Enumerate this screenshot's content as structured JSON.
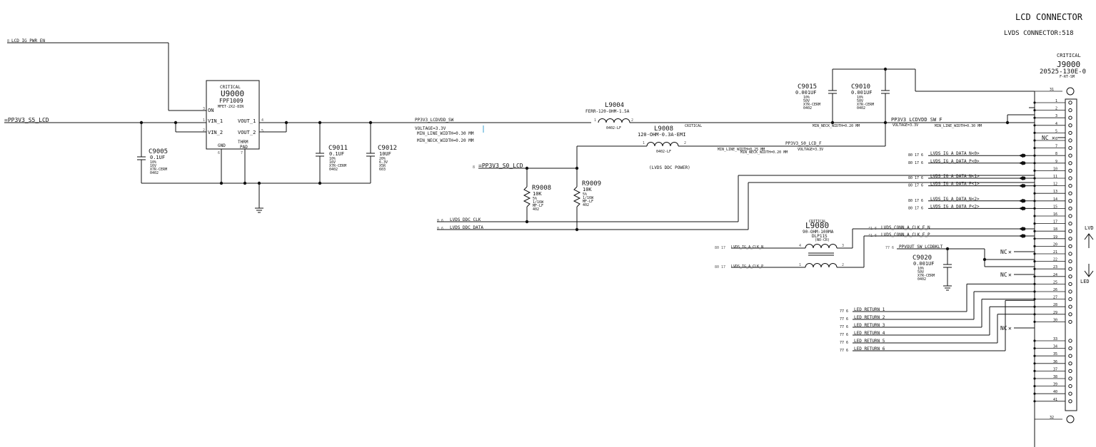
{
  "header": {
    "title": "LCD CONNECTOR",
    "subtitle": "LVDS CONNECTOR:518"
  },
  "nets": {
    "lcd_ig_pwr_en": "LCD_IG_PWR_EN",
    "pp3v3_s5_lcd": "=PP3V3_S5_LCD",
    "pp3v3_lcdvdd_sw": "PP3V3_LCDVDD_SW",
    "voltage_3v3": "VOLTAGE=3.3V",
    "min_line_030": "MIN_LINE_WIDTH=0.30 MM",
    "min_neck_020": "MIN_NECK_WIDTH=0.20 MM",
    "pp3v3_s0_lcd": "=PP3V3_S0_LCD",
    "lvds_ddc_clk": "LVDS_DDC_CLK",
    "lvds_ddc_data": "LVDS_DDC_DATA",
    "pp3v3_s0_lcd_f": "PP3V3_S0_LCD_F",
    "f_min_line": "MIN_LINE_WIDTH=0.25 MM",
    "f_min_neck": "MIN_NECK_WIDTH=0.20 MM",
    "f_voltage": "VOLTAGE=3.3V",
    "lvdd_sw_f": "PP3V3_LCDVDD_SW_F",
    "lvdd_sw_f_voltage": "VOLTAGE=3.3V",
    "lvdd_sw_f_line": "MIN_LINE_WIDTH=0.30 MM",
    "lvdd_sw_f_neck": "MIN_NECK_WIDTH=0.20 MM",
    "ddc_power_note": "(LVDS DDC POWER)",
    "conn_clk_n": "LVDS_CONN_A_CLK_F_N",
    "conn_clk_p": "LVDS_CONN_A_CLK_F_P",
    "ig_clk_n": "LVDS_IG_A_CLK_N",
    "ig_clk_p": "LVDS_IG_A_CLK_P",
    "ppvout_sw": "PPVOUT_SW_LCDBKLT",
    "data_nets": [
      "LVDS_IG_A_DATA_N<0>",
      "LVDS_IG_A_DATA_P<0>",
      "LVDS_IG_A_DATA_N<1>",
      "LVDS_IG_A_DATA_P<1>",
      "LVDS_IG_A_DATA_N<2>",
      "LVDS_IG_A_DATA_P<2>"
    ],
    "led_returns": [
      "LED_RETURN_1",
      "LED_RETURN_2",
      "LED_RETURN_3",
      "LED_RETURN_4",
      "LED_RETURN_5",
      "LED_RETURN_6"
    ],
    "nc": "NC"
  },
  "u9000": {
    "critical": "CRITICAL",
    "ref": "U9000",
    "part": "FPF1009",
    "pkg": "MFET-2X2-8IN",
    "on": "ON",
    "vin1": "VIN_1",
    "vin2": "VIN_2",
    "vout1": "VOUT_1",
    "vout2": "VOUT_2",
    "gnd": "GND",
    "thrm": "THRM",
    "pad": "PAD",
    "p1": "1",
    "p2": "2",
    "p3": "3",
    "p4": "4",
    "p5": "5",
    "p6": "6",
    "p7": "7"
  },
  "c9005": {
    "ref": "C9005",
    "val": "0.1UF",
    "l1": "10%",
    "l2": "16V",
    "l3": "X7R-CERM",
    "l4": "0402"
  },
  "c9011": {
    "ref": "C9011",
    "val": "0.1UF",
    "l1": "10%",
    "l2": "16V",
    "l3": "X7R-CERM",
    "l4": "0402"
  },
  "c9012": {
    "ref": "C9012",
    "val": "10UF",
    "l1": "20%",
    "l2": "6.3V",
    "l3": "X5R",
    "l4": "603"
  },
  "c9015": {
    "ref": "C9015",
    "val": "0.001UF",
    "l1": "10%",
    "l2": "50V",
    "l3": "X7R-CERM",
    "l4": "0402"
  },
  "c9010": {
    "ref": "C9010",
    "val": "0.001UF",
    "l1": "10%",
    "l2": "50V",
    "l3": "X7R-CERM",
    "l4": "0402"
  },
  "c9020": {
    "ref": "C9020",
    "val": "0.001UF",
    "l1": "10%",
    "l2": "50V",
    "l3": "X7R-CERM",
    "l4": "0402"
  },
  "l9004": {
    "ref": "L9004",
    "val": "FERR-120-OHM-1.5A",
    "pkg": "0402-LF"
  },
  "l9008": {
    "ref": "L9008",
    "val": "120-OHM-0.3A-EMI",
    "pkg": "0402-LF",
    "critical": "CRITICAL"
  },
  "l9080": {
    "critical": "CRITICAL",
    "ref": "L9080",
    "val": "90-OHM-100MA",
    "part": "DLP11S",
    "sub": "(NO-CR)"
  },
  "r9008": {
    "ref": "R9008",
    "val": "10K",
    "l1": "5%",
    "l2": "1/16W",
    "l3": "MF-LF",
    "l4": "402"
  },
  "r9009": {
    "ref": "R9009",
    "val": "10K",
    "l1": "5%",
    "l2": "1/16W",
    "l3": "MF-LF",
    "l4": "402"
  },
  "j9000": {
    "critical": "CRITICAL",
    "ref": "J9000",
    "part": "20525-130E-0",
    "pkg": "F-RT-SM",
    "pins": [
      "31",
      "1",
      "2",
      "3",
      "4",
      "5",
      "6",
      "7",
      "8",
      "9",
      "10",
      "11",
      "12",
      "13",
      "14",
      "15",
      "16",
      "17",
      "18",
      "19",
      "20",
      "21",
      "22",
      "23",
      "24",
      "25",
      "26",
      "27",
      "28",
      "29",
      "30",
      "33",
      "34",
      "35",
      "36",
      "37",
      "38",
      "39",
      "40",
      "41",
      "32"
    ]
  },
  "right_labels": {
    "lvd": "LVD",
    "led": "LED"
  }
}
